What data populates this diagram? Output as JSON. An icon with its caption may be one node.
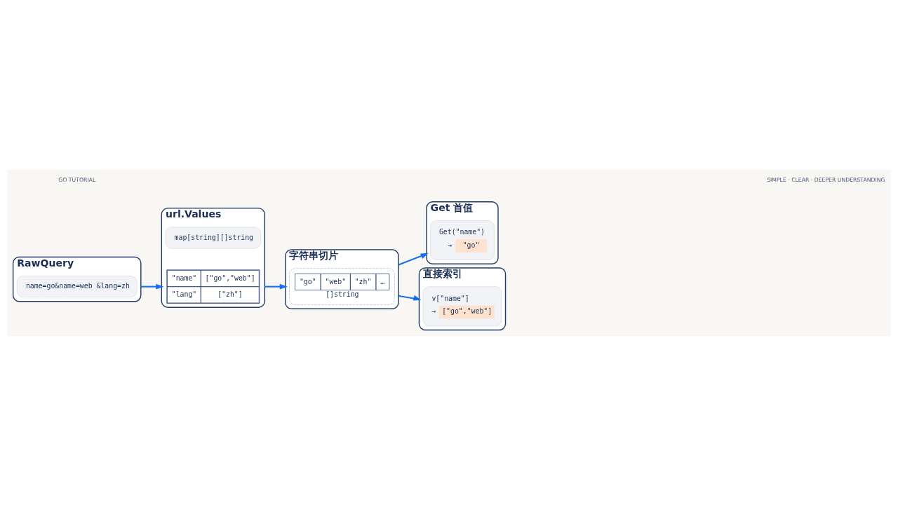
{
  "diagram": {
    "nodes": [
      {
        "text": [
          "RawQuery"
        ]
      },
      {
        "text": [
          "name=go&name=web &lang=zh"
        ],
        "in": 0
      },
      {
        "text": [
          "url.Values"
        ]
      },
      {
        "text": [
          "map[string][]string"
        ],
        "in": 2
      },
      {
        "text": [
          "\"name\"",
          "[\"go\",\"web\"]",
          "\"lang\"",
          "[\"zh\"]"
        ],
        "in": 2
      },
      {
        "text": [
          "字符串切片"
        ]
      },
      {
        "text": [
          "\"go\"",
          "\"web\"",
          "\"zh\"",
          "…",
          "[]string"
        ],
        "in": 5
      },
      {
        "text": [
          "Get 首值"
        ]
      },
      {
        "text": [
          "Get(\"name\")",
          "→",
          "\"go\""
        ],
        "in": 7
      },
      {
        "text": [
          "直接索引"
        ]
      },
      {
        "text": [
          "v[\"name\"]",
          "→",
          "[\"go\",\"web\"]"
        ],
        "in": 9
      }
    ],
    "edges": [
      {
        "from": 0,
        "to": 2,
        "arrow": "to"
      },
      {
        "from": 2,
        "to": 5,
        "arrow": "to"
      },
      {
        "from": 5,
        "to": 7,
        "arrow": "to"
      },
      {
        "from": 5,
        "to": 9,
        "arrow": "to"
      }
    ],
    "labels": [
      "GO TUTORIAL",
      "SIMPLE · CLEAR · DEEPER UNDERSTANDING"
    ]
  }
}
